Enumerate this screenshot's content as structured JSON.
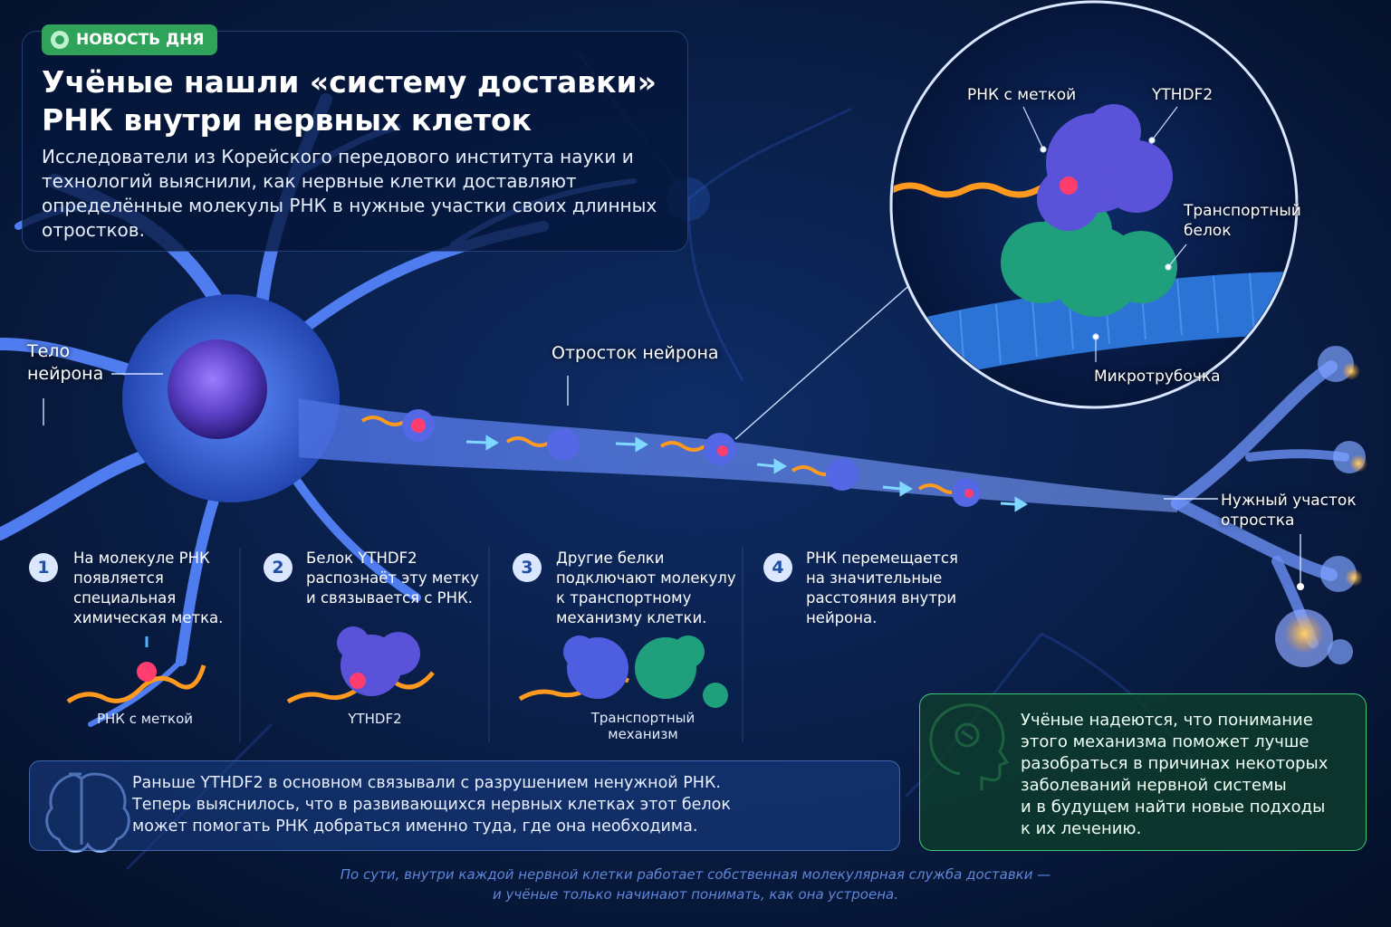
{
  "header": {
    "badge": "НОВОСТЬ ДНЯ",
    "title_line1": "Учёные нашли «систему доставки»",
    "title_line2": "РНК внутри нервных клеток",
    "lede": "Исследователи из Корейского передового института науки и технологий выяснили, как нервные клетки доставляют определённые молекулы РНК в нужные участки своих длинных отростков."
  },
  "labels": {
    "neuron_body_line1": "Тело",
    "neuron_body_line2": "нейрона",
    "axon": "Отросток нейрона",
    "target_line1": "Нужный участок",
    "target_line2": "отростка"
  },
  "zoom": {
    "rna_tag": "РНК с меткой",
    "ythdf2": "YTHDF2",
    "transport_line1": "Транспортный",
    "transport_line2": "белок",
    "microtubule": "Микротрубочка"
  },
  "steps": [
    {
      "num": "1",
      "line1": "На молекуле РНК",
      "line2": "появляется",
      "line3": "специальная",
      "line4": "химическая метка.",
      "caption1": "РНК с меткой",
      "caption2": ""
    },
    {
      "num": "2",
      "line1": "Белок YTHDF2",
      "line2": "распознаёт эту метку",
      "line3": "и связывается с РНК.",
      "line4": "",
      "caption1": "YTHDF2",
      "caption2": ""
    },
    {
      "num": "3",
      "line1": "Другие белки",
      "line2": "подключают молекулу",
      "line3": "к транспортному",
      "line4": "механизму клетки.",
      "caption1": "Транспортный",
      "caption2": "механизм"
    },
    {
      "num": "4",
      "line1": "РНК перемещается",
      "line2": "на значительные",
      "line3": "расстояния внутри",
      "line4": "нейрона.",
      "caption1": "",
      "caption2": ""
    }
  ],
  "info": {
    "line1": "Раньше YTHDF2 в основном связывали с разрушением ненужной РНК.",
    "line2": "Теперь выяснилось, что в развивающихся нервных клетках этот белок",
    "line3": "может помогать РНК добраться именно туда, где она необходима."
  },
  "outlook": {
    "line1": "Учёные надеются, что понимание",
    "line2": "этого механизма поможет лучше",
    "line3": "разобраться в причинах некоторых",
    "line4": "заболеваний нервной системы",
    "line5": "и в будущем найти новые подходы",
    "line6": "к их лечению."
  },
  "footer": {
    "line1": "По сути, внутри каждой нервной клетки работает собственная молекулярная служба доставки —",
    "line2": "и учёные только начинают понимать, как она устроена."
  },
  "colors": {
    "background": "#061633",
    "neuron": "#3f6fe6",
    "rna": "#ff9a1f",
    "tag": "#ff3d6e",
    "ythdf2": "#5a52d8",
    "transport": "#1f9f7c",
    "microtubule": "#2b74d6",
    "badge": "#2fa35a",
    "green_border": "#3ecb78"
  }
}
